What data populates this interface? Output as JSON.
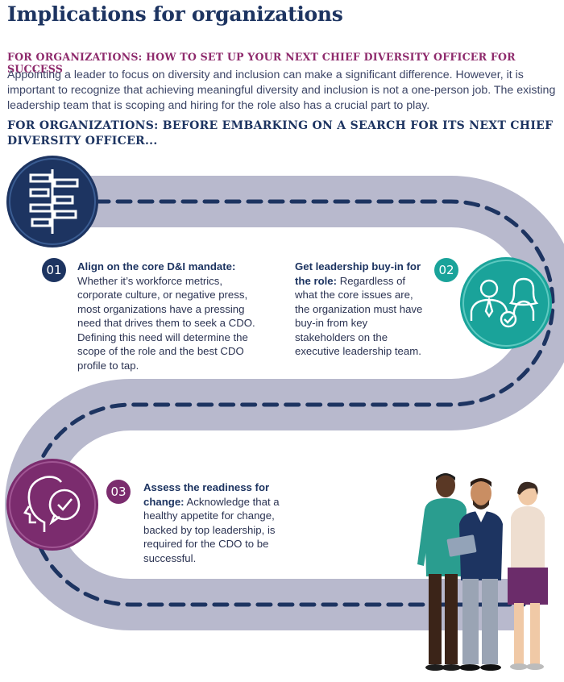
{
  "title": "Implications for organizations",
  "subheading_1": "FOR ORGANIZATIONS: HOW TO SET UP YOUR NEXT CHIEF DIVERSITY OFFICER FOR SUCCESS",
  "intro": "Appointing a leader to focus on diversity and inclusion can make a significant difference. However, it is important to recognize that achieving meaningful diversity and inclusion is not a one-person job. The existing leadership team that is scoping and hiring for the role also has a crucial part to play.",
  "subheading_2": "FOR ORGANIZATIONS: BEFORE EMBARKING ON A SEARCH FOR ITS NEXT CHIEF DIVERSITY OFFICER...",
  "steps": [
    {
      "number": "01",
      "lead": "Align on the core D&I mandate:",
      "body": "Whether it’s workforce metrics, corporate culture, or negative press, most organizations have a pressing need that drives them to seek a CDO. Defining this need will determine the scope of the role and the best CDO profile to tap.",
      "icon": "strategy-diagram-icon",
      "color": "#1d3461"
    },
    {
      "number": "02",
      "lead": "Get leadership buy-in for the role:",
      "body": "Regardless of what the core issues are, the organization must have buy-in from key stakeholders on the executive leadership team.",
      "icon": "leadership-team-icon",
      "color": "#1aa39a"
    },
    {
      "number": "03",
      "lead": "Assess the readiness for change:",
      "body": "Acknowledge that a healthy appetite for change, backed by top leadership, is required for the CDO to be successful.",
      "icon": "head-checkmark-icon",
      "color": "#7b2c6e"
    }
  ],
  "colors": {
    "navy": "#1d3461",
    "teal": "#1aa39a",
    "purple": "#7b2c6e",
    "road": "#b8b9cd",
    "dash": "#1d3461"
  },
  "illustration": "three-people-standing"
}
